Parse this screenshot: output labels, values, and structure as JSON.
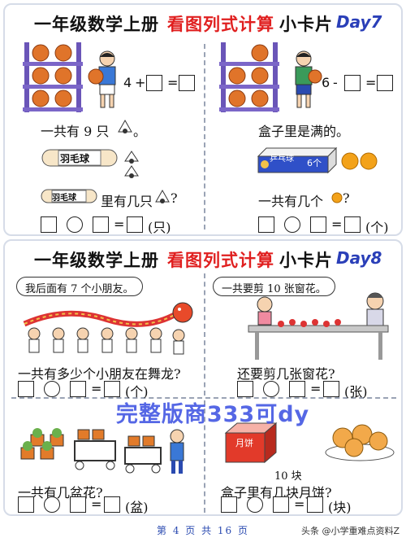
{
  "card1": {
    "title": {
      "part1": "一年级数学上册",
      "part2": "看图列式计算",
      "part3": "小卡片",
      "day": "Day7"
    },
    "left": {
      "eq_num": "4",
      "eq_op": "+",
      "eq_eq": "=",
      "q1_prefix": "一共有",
      "q1_num": "9",
      "q1_suffix": "只",
      "q1_end": "。",
      "tube_label": "羽毛球",
      "tube_label_small": "羽毛球",
      "q2": "里有几只",
      "q2_end": "?",
      "ans_eq": "=",
      "unit": "(只)"
    },
    "right": {
      "eq_num": "6",
      "eq_op": "-",
      "eq_eq": "=",
      "q1": "盒子里是满的。",
      "box_label": "乒乓球",
      "box_count": "6个",
      "q2_prefix": "一共有几个",
      "q2_end": "?",
      "ans_eq": "=",
      "unit": "(个)"
    }
  },
  "card2": {
    "title": {
      "part1": "一年级数学上册",
      "part2": "看图列式计算",
      "part3": "小卡片",
      "day": "Day8"
    },
    "tl": {
      "bubble": "我后面有 7 个小朋友。",
      "question": "一共有多少个小朋友在舞龙?",
      "ans_eq": "=",
      "unit": "(个)"
    },
    "tr": {
      "bubble": "一共要剪 10 张窗花。",
      "question": "还要剪几张窗花?",
      "ans_eq": "=",
      "unit": "(张)"
    },
    "bl": {
      "question": "一共有几盆花?",
      "ans_eq": "=",
      "unit": "(盆)"
    },
    "br": {
      "count_label": "10 块",
      "box_label": "月饼",
      "question": "盒子里有几块月饼?",
      "ans_eq": "=",
      "unit": "(块)"
    }
  },
  "watermark": "完整版商333可dy",
  "footer": {
    "page": "第 4 页 共 16 页",
    "source": "头条 @小学重难点资料Z"
  },
  "colors": {
    "title_red": "#e01f1f",
    "day_blue": "#2a3fb8",
    "shelf_purple": "#6a55b8",
    "ball_orange": "#e0742a"
  }
}
